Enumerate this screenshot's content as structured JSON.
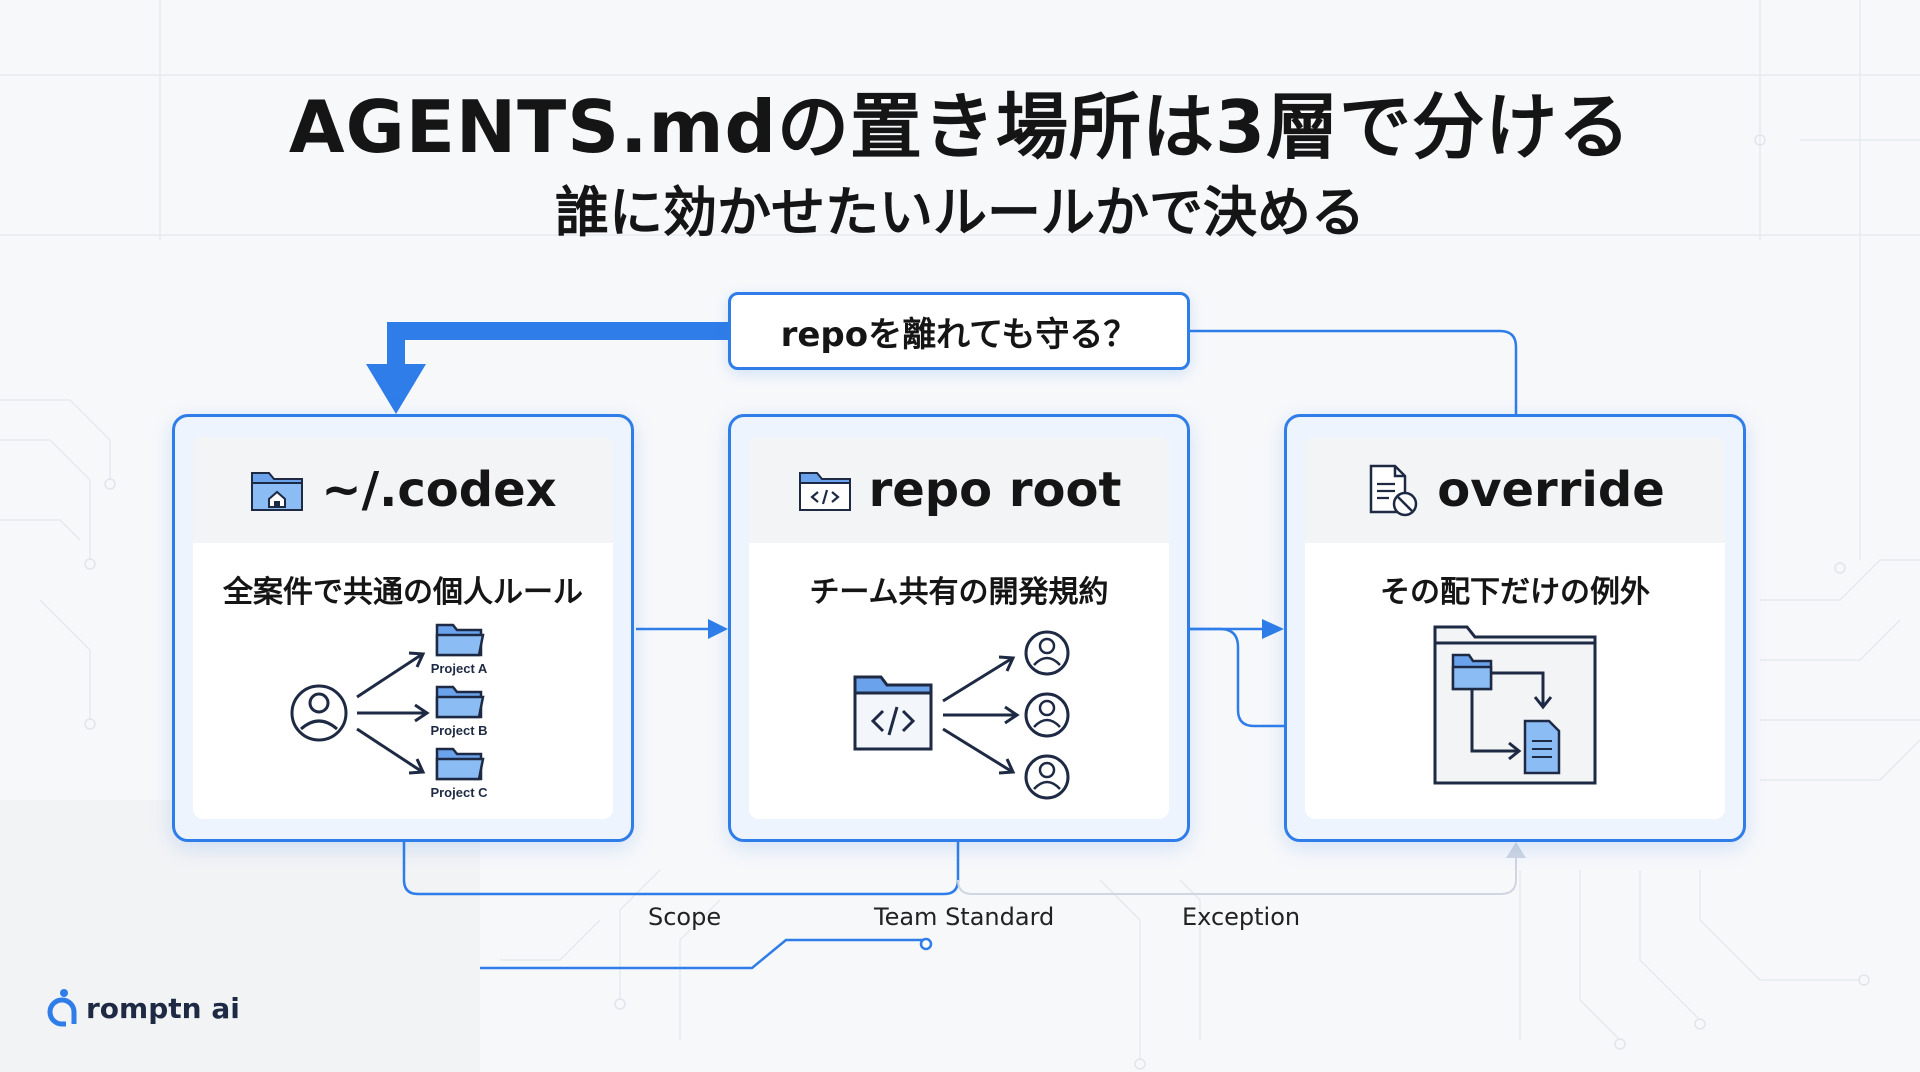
{
  "title": "AGENTS.mdの置き場所は3層で分ける",
  "subtitle": "誰に効かせたいルールかで決める",
  "question": "repoを離れても守る？",
  "cards": [
    {
      "title": "~/.codex",
      "icon": "home-folder-icon",
      "description": "全案件で共通の個人ルール",
      "projects": [
        "Project A",
        "Project B",
        "Project C"
      ]
    },
    {
      "title": "repo root",
      "icon": "code-folder-icon",
      "description": "チーム共有の開発規約"
    },
    {
      "title": "override",
      "icon": "document-blocked-icon",
      "description": "その配下だけの例外"
    }
  ],
  "flow_labels": [
    "Scope",
    "Team Standard",
    "Exception"
  ],
  "logo_text": "romptn ai",
  "colors": {
    "accent": "#2f7de8",
    "card_border": "#2f7de8",
    "card_head": "#f3f4f6",
    "text": "#151515",
    "icon_fill": "#6aa3ec",
    "icon_stroke": "#1e2a44"
  }
}
